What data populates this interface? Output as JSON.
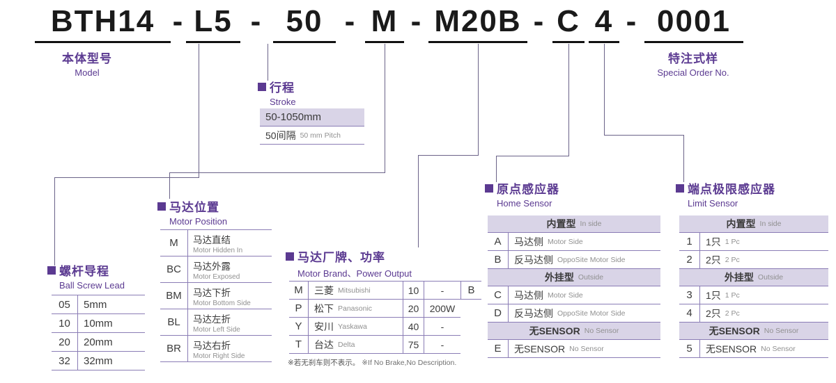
{
  "theme": {
    "purple": "#5b3a91",
    "lavender": "#d9d4e7",
    "table_border": "#8a7cb5",
    "connector": "#6a6288",
    "text_dark": "#3a3a3a",
    "text_gray": "#909090",
    "model_black": "#1a1a1a"
  },
  "model_code": {
    "parts": [
      {
        "text": "BTH14"
      },
      {
        "text": "-"
      },
      {
        "text": "L5"
      },
      {
        "text": "-"
      },
      {
        "text": "50"
      },
      {
        "text": "-"
      },
      {
        "text": "M"
      },
      {
        "text": "-"
      },
      {
        "text": "M20B"
      },
      {
        "text": "-"
      },
      {
        "text": "C"
      },
      {
        "text": "4"
      },
      {
        "text": "-"
      },
      {
        "text": "0001"
      }
    ]
  },
  "model_label": {
    "zh": "本体型号",
    "en": "Model"
  },
  "special_order": {
    "zh": "特注式样",
    "en": "Special Order No."
  },
  "stroke": {
    "title_zh": "行程",
    "title_en": "Stroke",
    "range": "50-1050mm",
    "pitch_zh": "50间隔",
    "pitch_en": "50 mm Pitch"
  },
  "ball_screw_lead": {
    "title_zh": "螺杆导程",
    "title_en": "Ball Screw Lead",
    "rows": [
      {
        "code": "05",
        "value": "5mm"
      },
      {
        "code": "10",
        "value": "10mm"
      },
      {
        "code": "20",
        "value": "20mm"
      },
      {
        "code": "32",
        "value": "32mm"
      }
    ]
  },
  "motor_position": {
    "title_zh": "马达位置",
    "title_en": "Motor Position",
    "rows": [
      {
        "code": "M",
        "zh": "马达直结",
        "en": "Motor Hidden In"
      },
      {
        "code": "BC",
        "zh": "马达外露",
        "en": "Motor Exposed"
      },
      {
        "code": "BM",
        "zh": "马达下折",
        "en": "Motor Bottom Side"
      },
      {
        "code": "BL",
        "zh": "马达左折",
        "en": "Motor Left Side"
      },
      {
        "code": "BR",
        "zh": "马达右折",
        "en": "Motor Right Side"
      }
    ]
  },
  "motor_brand": {
    "title_zh": "马达厂牌、功率",
    "title_en": "Motor Brand、Power Output",
    "rows": [
      {
        "code": "M",
        "zh": "三菱",
        "en": "Mitsubishi",
        "power_code": "10",
        "power": "-",
        "brake": "B"
      },
      {
        "code": "P",
        "zh": "松下",
        "en": "Panasonic",
        "power_code": "20",
        "power": "200W",
        "brake": ""
      },
      {
        "code": "Y",
        "zh": "安川",
        "en": "Yaskawa",
        "power_code": "40",
        "power": "-",
        "brake": ""
      },
      {
        "code": "T",
        "zh": "台达",
        "en": "Delta",
        "power_code": "75",
        "power": "-",
        "brake": ""
      }
    ],
    "note_zh": "※若无刹车则不表示。",
    "note_en": "※If No Brake,No Description."
  },
  "home_sensor": {
    "title_zh": "原点感应器",
    "title_en": "Home Sensor",
    "groups": [
      {
        "header_zh": "内置型",
        "header_en": "In side",
        "rows": [
          {
            "code": "A",
            "zh": "马达侧",
            "en": "Motor Side"
          },
          {
            "code": "B",
            "zh": "反马达侧",
            "en": "OppoSite Motor Side"
          }
        ]
      },
      {
        "header_zh": "外挂型",
        "header_en": "Outside",
        "rows": [
          {
            "code": "C",
            "zh": "马达侧",
            "en": "Motor Side"
          },
          {
            "code": "D",
            "zh": "反马达侧",
            "en": "OppoSite Motor Side"
          }
        ]
      },
      {
        "header_zh": "无SENSOR",
        "header_en": "No Sensor",
        "rows": [
          {
            "code": "E",
            "zh": "无SENSOR",
            "en": "No Sensor"
          }
        ]
      }
    ]
  },
  "limit_sensor": {
    "title_zh": "端点极限感应器",
    "title_en": "Limit Sensor",
    "groups": [
      {
        "header_zh": "内置型",
        "header_en": "In side",
        "rows": [
          {
            "code": "1",
            "zh": "1只",
            "en": "1 Pc"
          },
          {
            "code": "2",
            "zh": "2只",
            "en": "2 Pc"
          }
        ]
      },
      {
        "header_zh": "外挂型",
        "header_en": "Outside",
        "rows": [
          {
            "code": "3",
            "zh": "1只",
            "en": "1 Pc"
          },
          {
            "code": "4",
            "zh": "2只",
            "en": "2 Pc"
          }
        ]
      },
      {
        "header_zh": "无SENSOR",
        "header_en": "No Sensor",
        "rows": [
          {
            "code": "5",
            "zh": "无SENSOR",
            "en": "No Sensor"
          }
        ]
      }
    ]
  }
}
